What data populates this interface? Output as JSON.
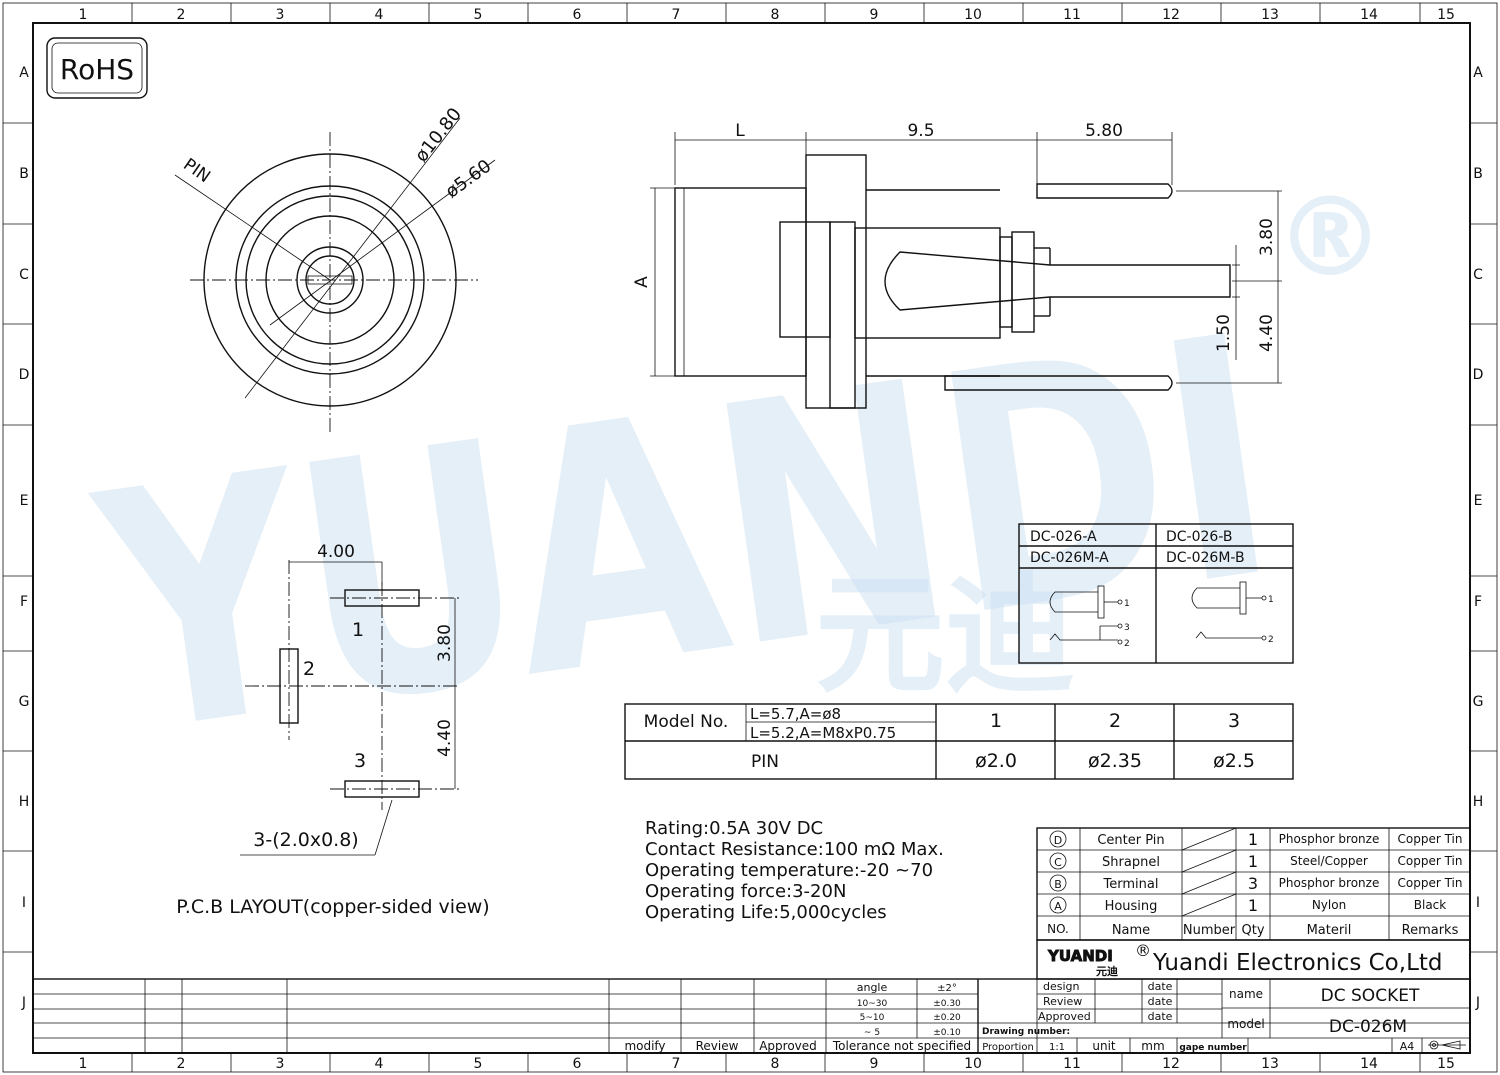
{
  "rohs": "RoHS",
  "grid": {
    "cols": [
      "1",
      "2",
      "3",
      "4",
      "5",
      "6",
      "7",
      "8",
      "9",
      "10",
      "11",
      "12",
      "13",
      "14",
      "15"
    ],
    "rows": [
      "A",
      "B",
      "C",
      "D",
      "E",
      "F",
      "G",
      "H",
      "I",
      "J"
    ]
  },
  "watermark": {
    "text": "YUANDI",
    "reg": "®",
    "cn": "元迪"
  },
  "front_view": {
    "dia_outer": "ø10.80",
    "dia_inner": "ø5.60",
    "pin": "PIN"
  },
  "side_view": {
    "L": "L",
    "d1": "9.5",
    "d2": "5.80",
    "A": "A",
    "d3": "3.80",
    "d4": "1.50",
    "d5": "4.40"
  },
  "pcb": {
    "d_width": "4.00",
    "d_top": "3.80",
    "d_bottom": "4.40",
    "pin1": "1",
    "pin2": "2",
    "pin3": "3",
    "slot": "3-(2.0x0.8)",
    "caption": "P.C.B LAYOUT(copper-sided view)"
  },
  "variants": {
    "a1": "DC-026-A",
    "b1": "DC-026-B",
    "a2": "DC-026M-A",
    "b2": "DC-026M-B",
    "n1": "1",
    "n2": "2",
    "n3": "3"
  },
  "model_table": {
    "model_no": "Model No.",
    "opt1": "L=5.7,A=ø8",
    "opt2": "L=5.2,A=M8xP0.75",
    "cols": [
      "1",
      "2",
      "3"
    ],
    "pin": "PIN",
    "pin_vals": [
      "ø2.0",
      "ø2.35",
      "ø2.5"
    ]
  },
  "specs": [
    "Rating:0.5A  30V DC",
    "Contact  Resistance:100  mΩ  Max.",
    "Operating  temperature:-20   ~70",
    "Operating  force:3-20N",
    "Operating  Life:5,000cycles"
  ],
  "bom": {
    "rows": [
      {
        "mark": "D",
        "name": "Center Pin",
        "qty": "1",
        "material": "Phosphor bronze",
        "remarks": "Copper Tin"
      },
      {
        "mark": "C",
        "name": "Shrapnel",
        "qty": "1",
        "material": "Steel/Copper",
        "remarks": "Copper Tin"
      },
      {
        "mark": "B",
        "name": "Terminal",
        "qty": "3",
        "material": "Phosphor bronze",
        "remarks": "Copper Tin"
      },
      {
        "mark": "A",
        "name": "Housing",
        "qty": "1",
        "material": "Nylon",
        "remarks": "Black"
      }
    ],
    "header": {
      "no": "NO.",
      "name": "Name",
      "number": "Number",
      "qty": "Qty",
      "material": "Materil",
      "remarks": "Remarks"
    }
  },
  "company": {
    "logo": "YUANDI",
    "logo_cn": "元迪",
    "reg": "®",
    "name": "Yuandi Electronics Co,Ltd"
  },
  "title_block": {
    "angle": "angle",
    "angle_tol": "±2°",
    "r1": "10~30",
    "r1_tol": "±0.30",
    "r2": "5~10",
    "r2_tol": "±0.20",
    "r3": "~ 5",
    "r3_tol": "±0.10",
    "tol_label": "Tolerance  not  specified",
    "modify": "modify",
    "review": "Review",
    "approved": "Approved",
    "design": "design",
    "review2": "Review",
    "approved2": "Approved",
    "date": "date",
    "drawing_number": "Drawing number:",
    "proportion": "Proportion",
    "scale": "1:1",
    "unit": "unit",
    "mm": "mm",
    "gape_number": "gape number",
    "name_label": "name",
    "name_val": "DC  SOCKET",
    "model_label": "model",
    "model_val": "DC-026M",
    "paper": "A4"
  }
}
